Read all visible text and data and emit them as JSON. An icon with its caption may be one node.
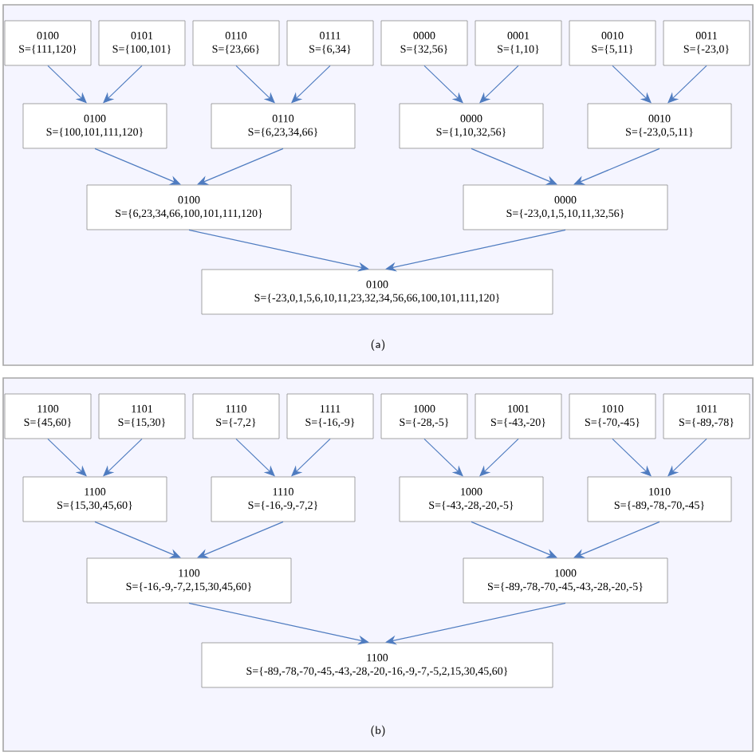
{
  "diagram": {
    "nodes": [
      {
        "text": [
          "(a)"
        ]
      },
      {
        "text": [
          "0100",
          "S={111,120}"
        ],
        "in": 0
      },
      {
        "text": [
          "0101",
          "S={100,101}"
        ],
        "in": 0
      },
      {
        "text": [
          "0110",
          "S={23,66}"
        ],
        "in": 0
      },
      {
        "text": [
          "0111",
          "S={6,34}"
        ],
        "in": 0
      },
      {
        "text": [
          "0000",
          "S={32,56}"
        ],
        "in": 0
      },
      {
        "text": [
          "0001",
          "S={1,10}"
        ],
        "in": 0
      },
      {
        "text": [
          "0010",
          "S={5,11}"
        ],
        "in": 0
      },
      {
        "text": [
          "0011",
          "S={-23,0}"
        ],
        "in": 0
      },
      {
        "text": [
          "0100",
          "S={100,101,111,120}"
        ],
        "in": 0
      },
      {
        "text": [
          "0110",
          "S={6,23,34,66}"
        ],
        "in": 0
      },
      {
        "text": [
          "0000",
          "S={1,10,32,56}"
        ],
        "in": 0
      },
      {
        "text": [
          "0010",
          "S={-23,0,5,11}"
        ],
        "in": 0
      },
      {
        "text": [
          "0100",
          "S={6,23,34,66,100,101,111,120}"
        ],
        "in": 0
      },
      {
        "text": [
          "0000",
          "S={-23,0,1,5,10,11,32,56}"
        ],
        "in": 0
      },
      {
        "text": [
          "0100",
          "S={-23,0,1,5,6,10,11,23,32,34,56,66,100,101,111,120}"
        ],
        "in": 0
      },
      {
        "text": [
          "(b)"
        ]
      },
      {
        "text": [
          "1100",
          "S={45,60}"
        ],
        "in": 16
      },
      {
        "text": [
          "1101",
          "S={15,30}"
        ],
        "in": 16
      },
      {
        "text": [
          "1110",
          "S={-7,2}"
        ],
        "in": 16
      },
      {
        "text": [
          "1111",
          "S={-16,-9}"
        ],
        "in": 16
      },
      {
        "text": [
          "1000",
          "S={-28,-5}"
        ],
        "in": 16
      },
      {
        "text": [
          "1001",
          "S={-43,-20}"
        ],
        "in": 16
      },
      {
        "text": [
          "1010",
          "S={-70,-45}"
        ],
        "in": 16
      },
      {
        "text": [
          "1011",
          "S={-89,-78}"
        ],
        "in": 16
      },
      {
        "text": [
          "1100",
          "S={15,30,45,60}"
        ],
        "in": 16
      },
      {
        "text": [
          "1110",
          "S={-16,-9,-7,2}"
        ],
        "in": 16
      },
      {
        "text": [
          "1000",
          "S={-43,-28,-20,-5}"
        ],
        "in": 16
      },
      {
        "text": [
          "1010",
          "S={-89,-78,-70,-45}"
        ],
        "in": 16
      },
      {
        "text": [
          "1100",
          "S={-16,-9,-7,2,15,30,45,60}"
        ],
        "in": 16
      },
      {
        "text": [
          "1000",
          "S={-89,-78,-70,-45,-43,-28,-20,-5}"
        ],
        "in": 16
      },
      {
        "text": [
          "1100",
          "S={-89,-78,-70,-45,-43,-28,-20,-16,-9,-7,-5,2,15,30,45,60}"
        ],
        "in": 16
      }
    ],
    "edges": [
      {
        "from": 1,
        "to": 9,
        "arrow": "to"
      },
      {
        "from": 2,
        "to": 9,
        "arrow": "to"
      },
      {
        "from": 3,
        "to": 10,
        "arrow": "to"
      },
      {
        "from": 4,
        "to": 10,
        "arrow": "to"
      },
      {
        "from": 5,
        "to": 11,
        "arrow": "to"
      },
      {
        "from": 6,
        "to": 11,
        "arrow": "to"
      },
      {
        "from": 7,
        "to": 12,
        "arrow": "to"
      },
      {
        "from": 8,
        "to": 12,
        "arrow": "to"
      },
      {
        "from": 9,
        "to": 13,
        "arrow": "to"
      },
      {
        "from": 10,
        "to": 13,
        "arrow": "to"
      },
      {
        "from": 11,
        "to": 14,
        "arrow": "to"
      },
      {
        "from": 12,
        "to": 14,
        "arrow": "to"
      },
      {
        "from": 13,
        "to": 15,
        "arrow": "to"
      },
      {
        "from": 14,
        "to": 15,
        "arrow": "to"
      },
      {
        "from": 17,
        "to": 25,
        "arrow": "to"
      },
      {
        "from": 18,
        "to": 25,
        "arrow": "to"
      },
      {
        "from": 19,
        "to": 26,
        "arrow": "to"
      },
      {
        "from": 20,
        "to": 26,
        "arrow": "to"
      },
      {
        "from": 21,
        "to": 27,
        "arrow": "to"
      },
      {
        "from": 22,
        "to": 27,
        "arrow": "to"
      },
      {
        "from": 23,
        "to": 28,
        "arrow": "to"
      },
      {
        "from": 24,
        "to": 28,
        "arrow": "to"
      },
      {
        "from": 25,
        "to": 29,
        "arrow": "to"
      },
      {
        "from": 26,
        "to": 29,
        "arrow": "to"
      },
      {
        "from": 27,
        "to": 30,
        "arrow": "to"
      },
      {
        "from": 28,
        "to": 30,
        "arrow": "to"
      },
      {
        "from": 29,
        "to": 31,
        "arrow": "to"
      },
      {
        "from": 30,
        "to": 31,
        "arrow": "to"
      }
    ]
  }
}
